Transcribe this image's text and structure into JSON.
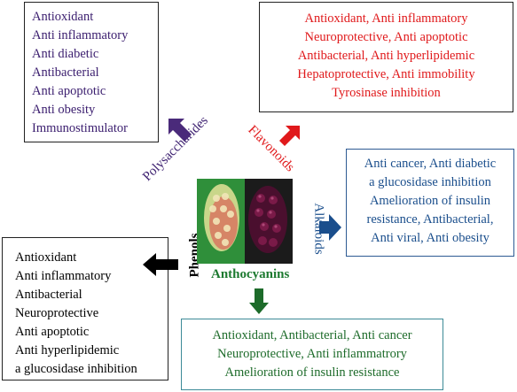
{
  "polysaccharides": {
    "label": "Polysaccharides",
    "effects": [
      "Antioxidant",
      "Anti inflammatory",
      "Anti diabetic",
      "Antibacterial",
      "Anti apoptotic",
      "Anti obesity",
      "Immunostimulator"
    ],
    "color": "#3a1d6e"
  },
  "flavonoids": {
    "label": "Flavonoids",
    "effects": [
      "Antioxidant, Anti inflammatory",
      "Neuroprotective, Anti apoptotic",
      "Antibacterial, Anti hyperlipidemic",
      "Hepatoprotective, Anti immobility",
      "Tyrosinase inhibition"
    ],
    "color": "#e0191b"
  },
  "alkaloids": {
    "label": "Alkaloids",
    "effects": [
      "Anti cancer, Anti diabetic",
      "a glucosidase inhibition",
      "Amelioration of insulin",
      "resistance, Antibacterial,",
      "Anti viral, Anti obesity"
    ],
    "color": "#1a4e8c"
  },
  "phenols": {
    "label": "Phenols",
    "effects": [
      "Antioxidant",
      "Anti inflammatory",
      "Antibacterial",
      "Neuroprotective",
      "Anti apoptotic",
      "Anti hyperlipidemic",
      "a glucosidase inhibition"
    ],
    "color": "#000000"
  },
  "anthocyanins": {
    "label": "Anthocyanins",
    "effects": [
      "Antioxidant, Antibacterial, Anti cancer",
      "Neuroprotective, Anti inflammatrory",
      "Amelioration of insulin resistance"
    ],
    "color": "#1d6b2a"
  }
}
